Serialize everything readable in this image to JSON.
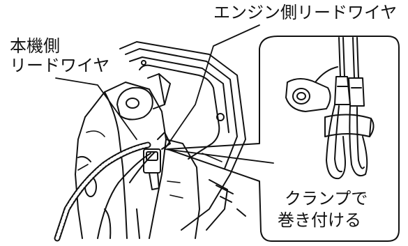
{
  "labels": {
    "engine_side_lead_wire": "エンジン側リードワイヤ",
    "unit_side_line1": "本機側",
    "unit_side_line2": "リードワイヤ",
    "clamp_line1": "クランプで",
    "clamp_line2": "巻き付ける"
  },
  "colors": {
    "ink": "#111111",
    "background": "#ffffff"
  }
}
